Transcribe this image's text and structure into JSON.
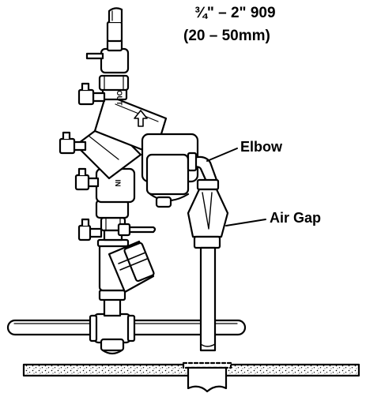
{
  "title": {
    "line1": "¾\" – 2\" 909",
    "line2": "(20 – 50mm)"
  },
  "callouts": {
    "elbow": "Elbow",
    "air_gap": "Air Gap"
  },
  "body_marks": {
    "outlet": "OUT",
    "inlet": "IN"
  },
  "colors": {
    "ink": "#000000",
    "paper": "#ffffff"
  }
}
